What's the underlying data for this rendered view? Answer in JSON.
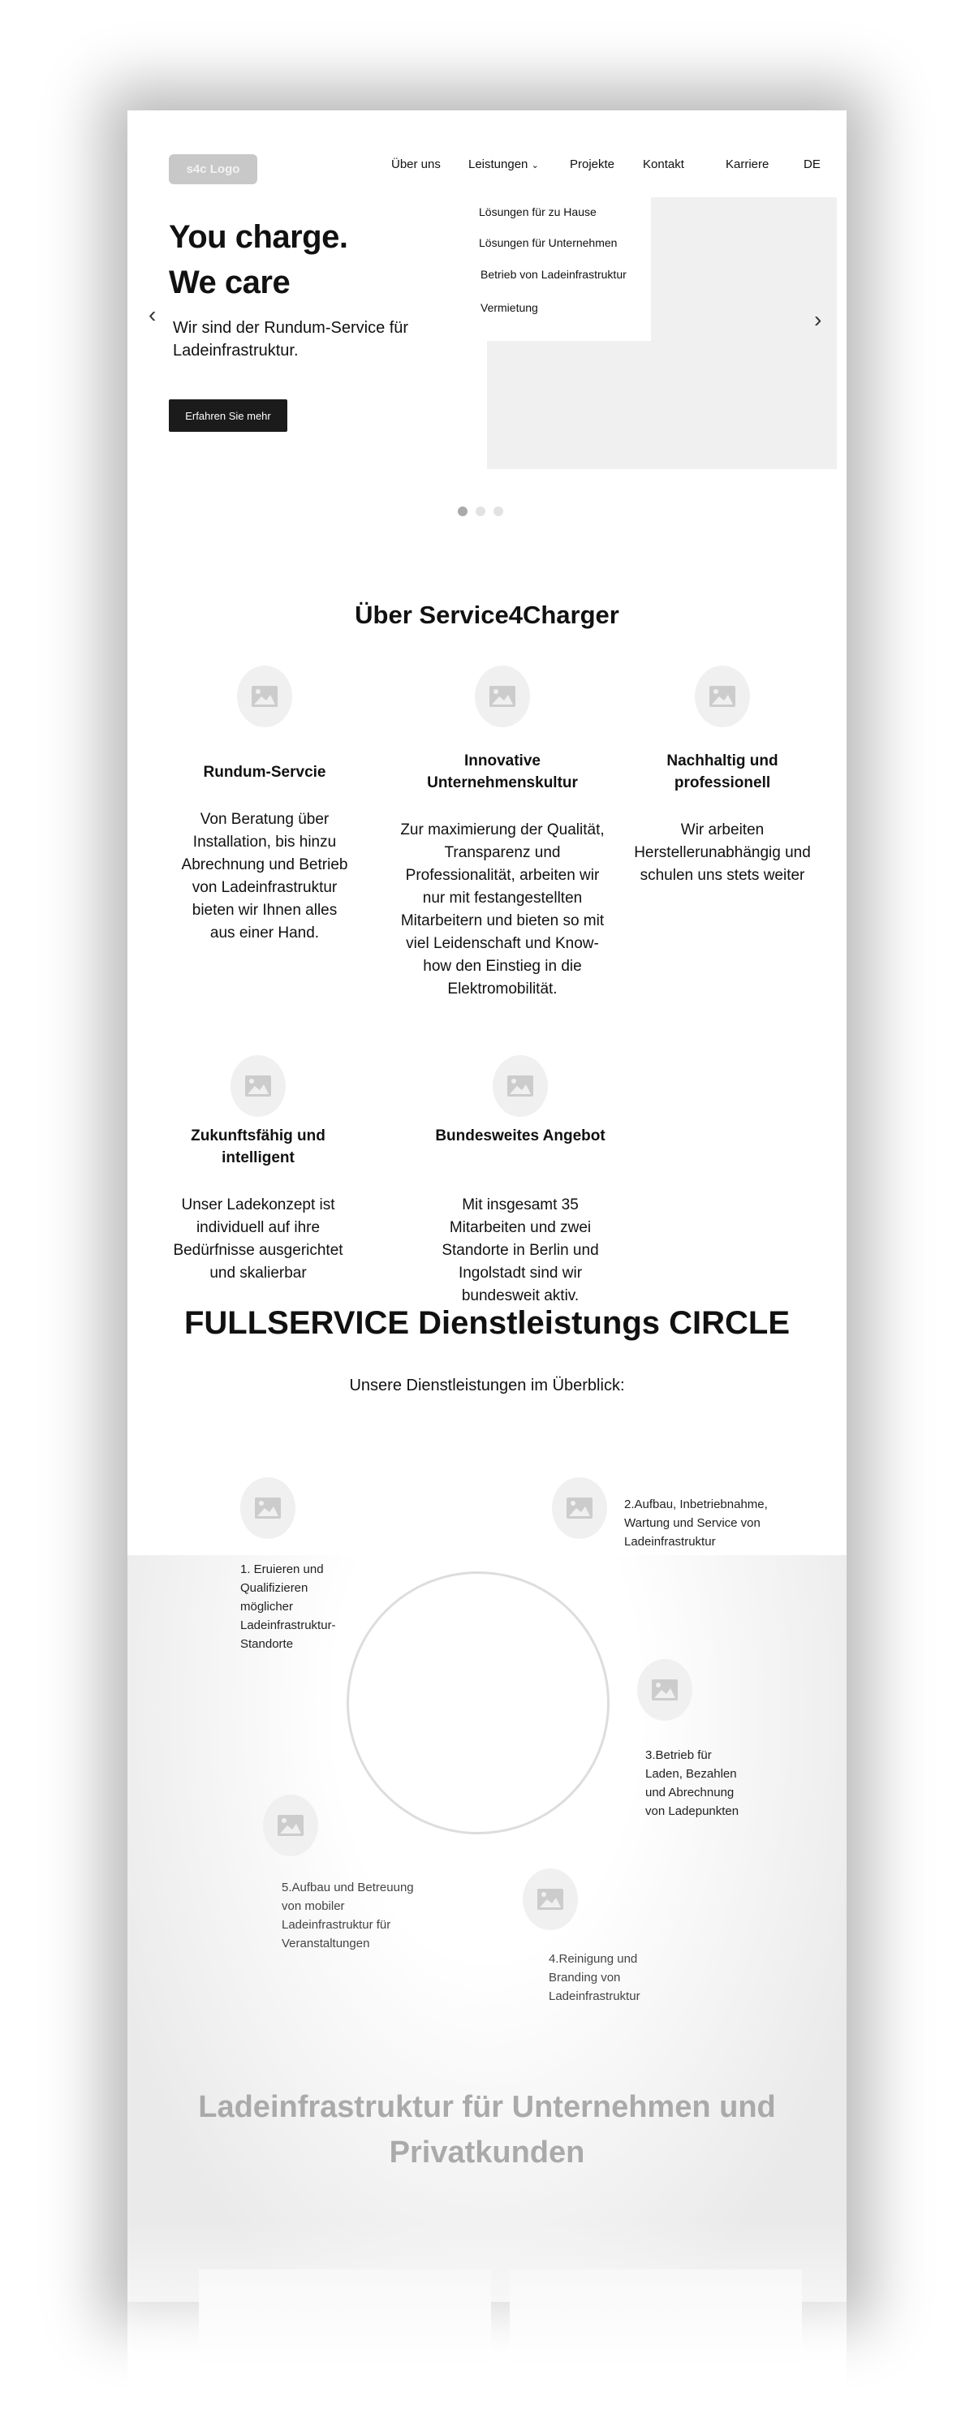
{
  "header": {
    "logo": "s4c Logo",
    "nav": [
      "Über uns",
      "Leistungen",
      "Projekte",
      "Kontakt",
      "Karriere",
      "DE"
    ],
    "dropdown": [
      "Lösungen für zu Hause",
      "Lösungen für Unternehmen",
      "Betrieb von Ladeinfrastruktur",
      "Vermietung"
    ]
  },
  "hero": {
    "title_1": "You charge.",
    "title_2": "We care",
    "subtitle": "Wir sind der Rundum-Service für Ladeinfrastruktur.",
    "cta": "Erfahren Sie mehr",
    "active_slide": 1,
    "slide_count": 3
  },
  "about": {
    "heading": "Über Service4Charger",
    "features": [
      {
        "title": "Rundum-Servcie",
        "body": "Von Beratung über Installation, bis hinzu Abrechnung und Betrieb von Ladeinfrastruktur bieten wir Ihnen alles aus einer Hand."
      },
      {
        "title": "Innovative Unternehmenskultur",
        "body": "Zur maximierung der Qualität, Transparenz und Professionalität, arbeiten wir nur mit festangestellten Mitarbeitern und bieten so mit viel Leidenschaft und Know-how den Einstieg in die Elektromobilität."
      },
      {
        "title": "Nachhaltig und professionell",
        "body": "Wir arbeiten Herstellerunabhängig und schulen uns stets weiter"
      },
      {
        "title": "Zukunftsfähig und intelligent",
        "body": "Unser Ladekonzept ist individuell auf ihre Bedürfnisse ausgerichtet und skalierbar"
      },
      {
        "title": "Bundesweites Angebot",
        "body": "Mit insgesamt 35 Mitarbeiten und zwei Standorte in Berlin und Ingolstadt sind wir bundesweit aktiv."
      }
    ]
  },
  "circle": {
    "heading": "FULLSERVICE Dienstleistungs CIRCLE",
    "subtitle": "Unsere Dienstleistungen im Überblick:",
    "steps": [
      "1. Eruieren und Qualifizieren möglicher Ladeinfrastruktur-Standorte",
      "2.Aufbau, Inbetriebnahme, Wartung und Service von Ladeinfrastruktur",
      "3.Betrieb für Laden, Bezahlen und Abrechnung von Ladepunkten",
      "4.Reinigung und Branding von Ladeinfrastruktur",
      "5.Aufbau und Betreuung von mobiler Ladeinfrastruktur für Veranstaltungen"
    ]
  },
  "customers": {
    "heading": "Ladeinfrastruktur für Unternehmen und Privatkunden"
  }
}
